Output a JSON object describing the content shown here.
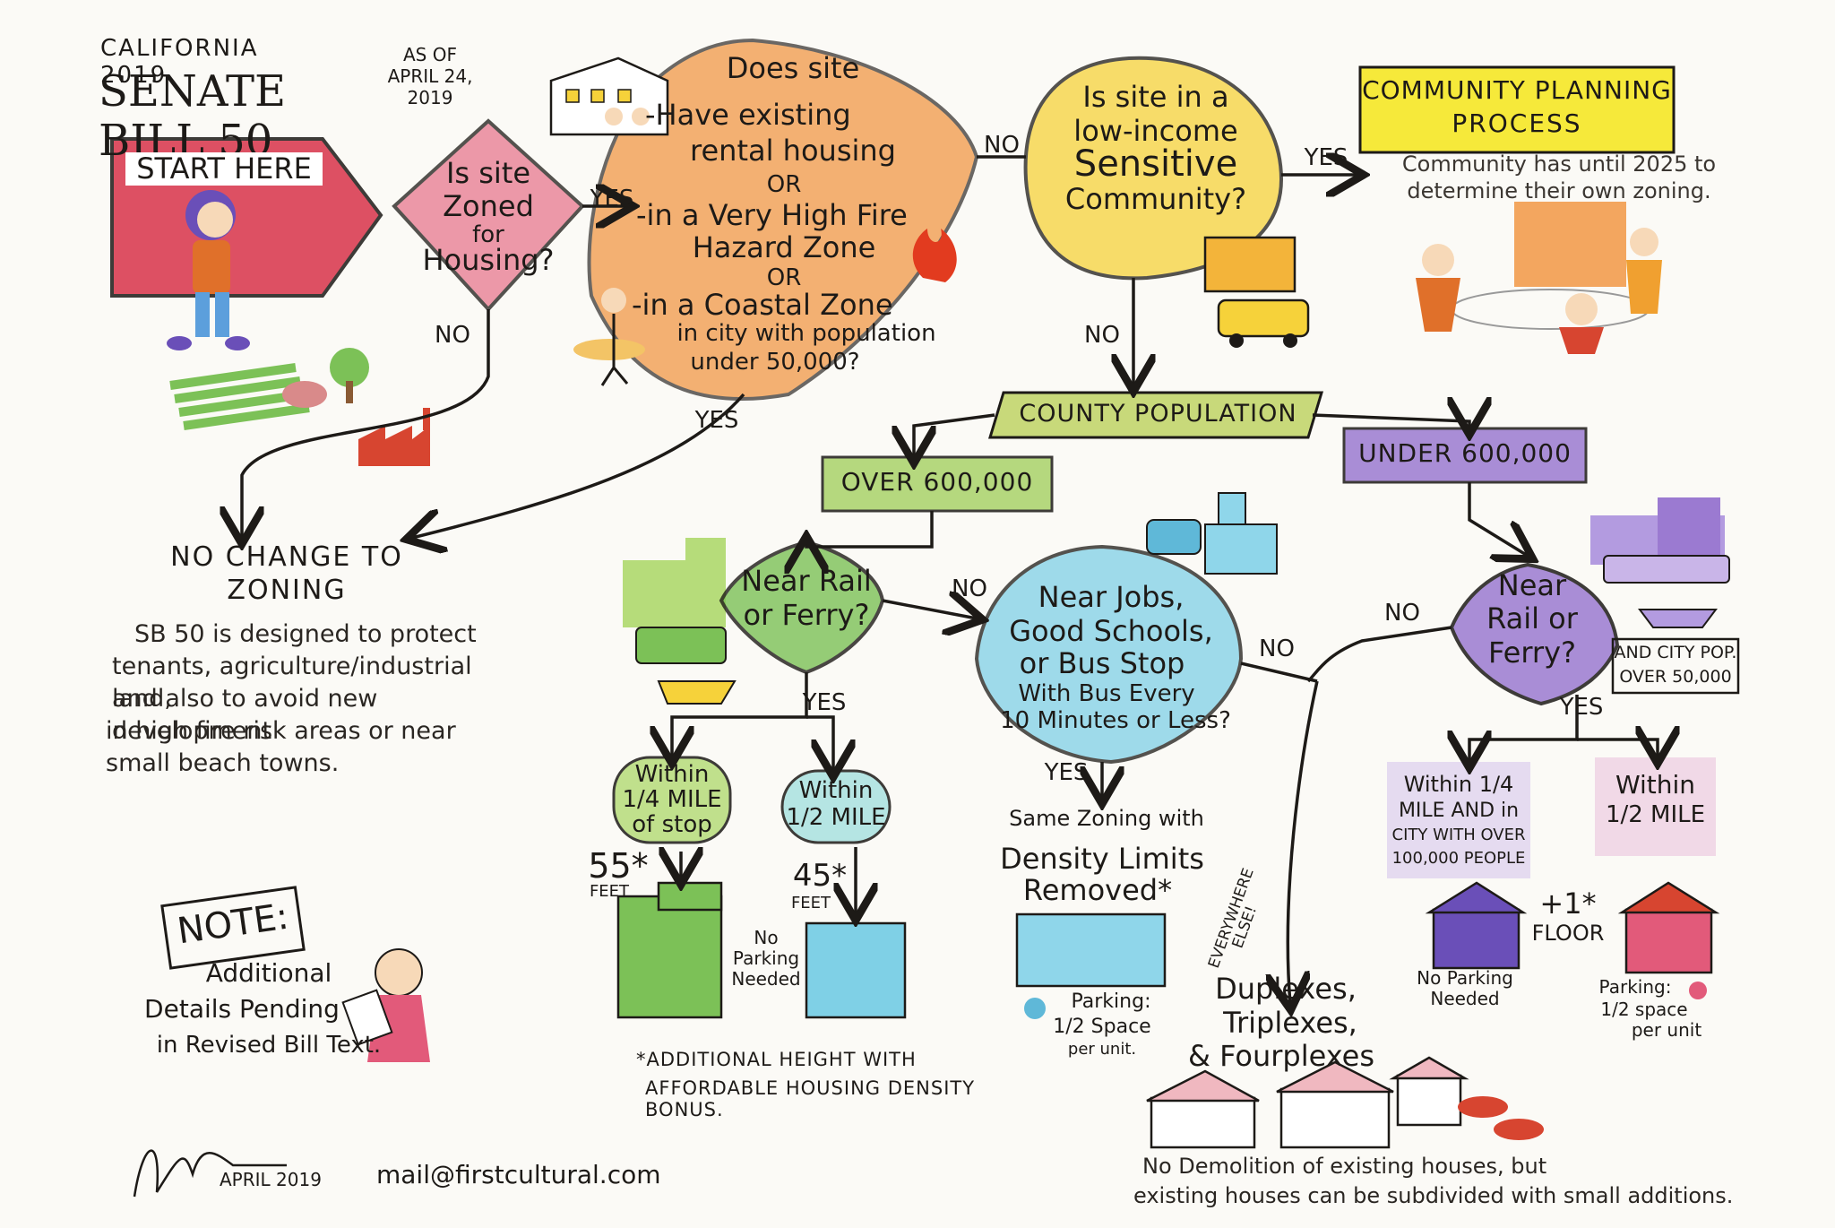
{
  "header": {
    "kicker": "CALIFORNIA 2019",
    "title": "SENATE BILL 50",
    "as_of_line1": "AS OF",
    "as_of_line2": "APRIL 24,",
    "as_of_line3": "2019"
  },
  "start": {
    "label": "START HERE"
  },
  "zoned": {
    "line1": "Is site",
    "line2": "Zoned",
    "line3": "for",
    "line4": "Housing?"
  },
  "site_check": {
    "line1": "Does site",
    "line2": "-Have existing",
    "line3": "rental housing",
    "line4": "OR",
    "line5": "-in a Very High Fire",
    "line6": "Hazard Zone",
    "line7": "OR",
    "line8": "-in a Coastal Zone",
    "line9": "in city with population",
    "line10": "under 50,000?"
  },
  "sensitive": {
    "line1": "Is site in a",
    "line2": "low-income",
    "line3": "Sensitive",
    "line4": "Community?"
  },
  "community": {
    "title1": "COMMUNITY PLANNING",
    "title2": "PROCESS",
    "desc1": "Community has until 2025 to",
    "desc2": "determine their own zoning."
  },
  "edges": {
    "yes": "YES",
    "no": "NO",
    "yes2": "YES",
    "no2": "NO",
    "no3": "NO",
    "yes3": "YES",
    "yes4": "YES",
    "no4": "NO",
    "no5": "NO",
    "yes5": "YES",
    "no6": "NO",
    "yes6": "YES"
  },
  "no_change": {
    "title1": "NO CHANGE TO",
    "title2": "ZONING",
    "desc1": "SB 50 is designed to protect",
    "desc2": "tenants, agriculture/industrial land,",
    "desc3": "and also to avoid new development",
    "desc4": "in high fire risk areas or near",
    "desc5": "small beach towns."
  },
  "county": {
    "label": "COUNTY POPULATION"
  },
  "over": {
    "label": "OVER 600,000"
  },
  "under": {
    "label": "UNDER 600,000"
  },
  "near_rail_over": {
    "line1": "Near Rail",
    "line2": "or Ferry?"
  },
  "near_jobs": {
    "line1": "Near Jobs,",
    "line2": "Good Schools,",
    "line3": "or Bus Stop",
    "line4": "With Bus Every",
    "line5": "10 Minutes or Less?"
  },
  "near_rail_under": {
    "line1": "Near",
    "line2": "Rail or",
    "line3": "Ferry?"
  },
  "city_pop": {
    "line1": "AND CITY POP.",
    "line2": "OVER 50,000"
  },
  "quarter_mile": {
    "line1": "Within",
    "line2": "1/4 MILE",
    "line3": "of stop"
  },
  "half_mile": {
    "line1": "Within",
    "line2": "1/2 MILE"
  },
  "h55": {
    "value": "55*",
    "unit": "FEET"
  },
  "h45": {
    "value": "45*",
    "unit": "FEET"
  },
  "no_parking_over": {
    "line1": "No",
    "line2": "Parking",
    "line3": "Needed"
  },
  "same_zoning": {
    "line1": "Same Zoning with",
    "line2": "Density Limits",
    "line3": "Removed*",
    "parking1": "Parking:",
    "parking2": "1/2 Space",
    "parking3": "per unit."
  },
  "under_quarter": {
    "line1": "Within 1/4",
    "line2": "MILE AND in",
    "line3": "CITY WITH OVER",
    "line4": "100,000 PEOPLE"
  },
  "under_half": {
    "line1": "Within",
    "line2": "1/2 MILE"
  },
  "plus_floor": {
    "line1": "+1*",
    "line2": "FLOOR"
  },
  "no_parking_under": {
    "line1": "No Parking",
    "line2": "Needed"
  },
  "parking_half_under": {
    "line1": "Parking:",
    "line2": "1/2 space",
    "line3": "per unit"
  },
  "everywhere": {
    "line1": "EVERYWHERE",
    "line2": "ELSE!"
  },
  "plexes": {
    "line1": "Duplexes,",
    "line2": "Triplexes,",
    "line3": "& Fourplexes",
    "desc1": "No Demolition of existing houses, but",
    "desc2": "existing houses can be subdivided with small additions."
  },
  "footnote": {
    "line1": "*ADDITIONAL HEIGHT WITH",
    "line2": "AFFORDABLE HOUSING DENSITY BONUS."
  },
  "note": {
    "title": "NOTE:",
    "line1": "Additional",
    "line2": "Details Pending",
    "line3": "in Revised Bill Text."
  },
  "footer": {
    "date": "APRIL 2019",
    "email": "mail@firstcultural.com"
  },
  "colors": {
    "start_red": "#d8334a",
    "zoned_pink": "#e8788f",
    "orange": "#f08a2c",
    "yellow": "#f6d23a",
    "green": "#a9d36a",
    "cyan": "#7fd0e6",
    "teal": "#8fd6cf",
    "purple": "#9b7ad1",
    "lavender": "#c9b5e8",
    "ink": "#1d1a17"
  }
}
